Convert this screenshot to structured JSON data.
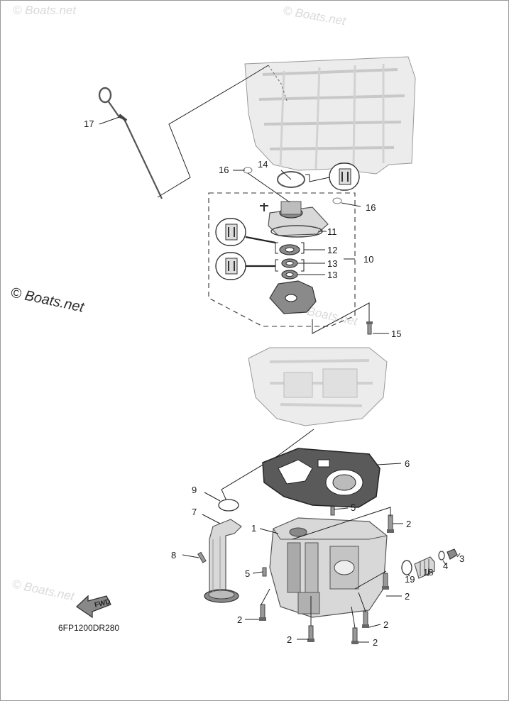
{
  "diagram": {
    "code": "6FP1200DR280",
    "fwd_label": "FWD",
    "watermarks": [
      "© Boats.net",
      "© Boats.net",
      "© Boats.net",
      "© Boats.net",
      "© Boats.net"
    ],
    "callouts": [
      {
        "id": "17",
        "text": "17"
      },
      {
        "id": "16a",
        "text": "16"
      },
      {
        "id": "14",
        "text": "14"
      },
      {
        "id": "16b",
        "text": "16"
      },
      {
        "id": "11",
        "text": "11"
      },
      {
        "id": "12",
        "text": "12"
      },
      {
        "id": "10",
        "text": "10"
      },
      {
        "id": "13a",
        "text": "13"
      },
      {
        "id": "13b",
        "text": "13"
      },
      {
        "id": "15",
        "text": "15"
      },
      {
        "id": "6",
        "text": "6"
      },
      {
        "id": "9",
        "text": "9"
      },
      {
        "id": "5a",
        "text": "5"
      },
      {
        "id": "7",
        "text": "7"
      },
      {
        "id": "1",
        "text": "1"
      },
      {
        "id": "2a",
        "text": "2"
      },
      {
        "id": "3",
        "text": "3"
      },
      {
        "id": "4",
        "text": "4"
      },
      {
        "id": "18",
        "text": "18"
      },
      {
        "id": "8",
        "text": "8"
      },
      {
        "id": "5b",
        "text": "5"
      },
      {
        "id": "19",
        "text": "19"
      },
      {
        "id": "2b",
        "text": "2"
      },
      {
        "id": "2c",
        "text": "2"
      },
      {
        "id": "2d",
        "text": "2"
      },
      {
        "id": "2e",
        "text": "2"
      },
      {
        "id": "2f",
        "text": "2"
      }
    ]
  }
}
